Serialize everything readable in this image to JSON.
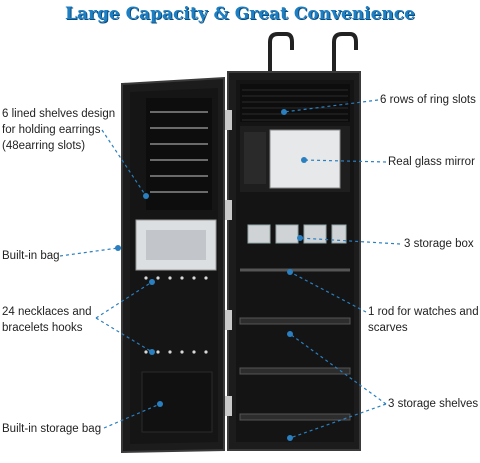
{
  "title": "Large Capacity & Great Convenience",
  "labels": {
    "shelves_earrings": [
      "6 lined shelves design",
      "for holding earrings",
      "(48earring slots)"
    ],
    "built_in_bag": "Built-in bag",
    "necklaces_hooks": [
      "24 necklaces and",
      "bracelets hooks"
    ],
    "built_in_storage_bag": "Built-in storage bag",
    "ring_slots": "6 rows of ring slots",
    "glass_mirror": "Real glass mirror",
    "storage_box": "3 storage box",
    "rod": [
      "1 rod for watches and",
      "scarves"
    ],
    "storage_shelves": "3 storage shelves"
  },
  "colors": {
    "title": "#1d7fc4",
    "leader_line": "#2a7fc0",
    "cabinet": "#1c1c1c",
    "cabinet_edge": "#3a3a3a",
    "mirror": "#e6e8ea",
    "hinge": "#c9c9c9"
  }
}
